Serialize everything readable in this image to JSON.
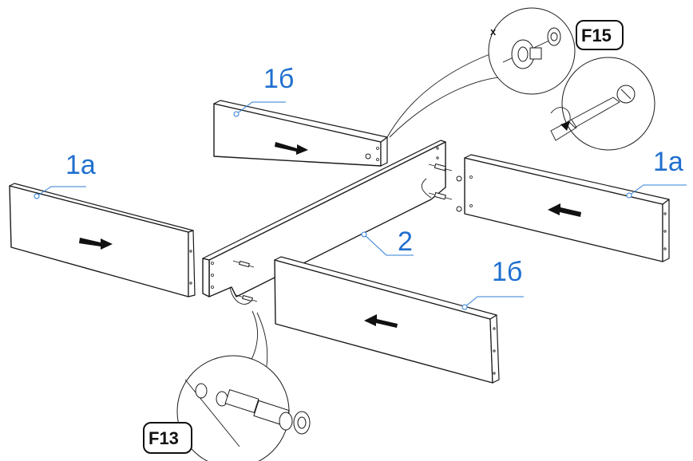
{
  "diagram": {
    "parts": {
      "panel_1a_left": "1a",
      "panel_1a_right": "1a",
      "panel_1b_top": "1б",
      "panel_1b_bottom": "1б",
      "panel_2_center": "2"
    },
    "fittings": {
      "cam_lock": "F15",
      "dowel": "F13",
      "cross_mark": "x"
    },
    "colors": {
      "label_blue": "#1f6fcf",
      "line": "#1a1a1a"
    }
  }
}
